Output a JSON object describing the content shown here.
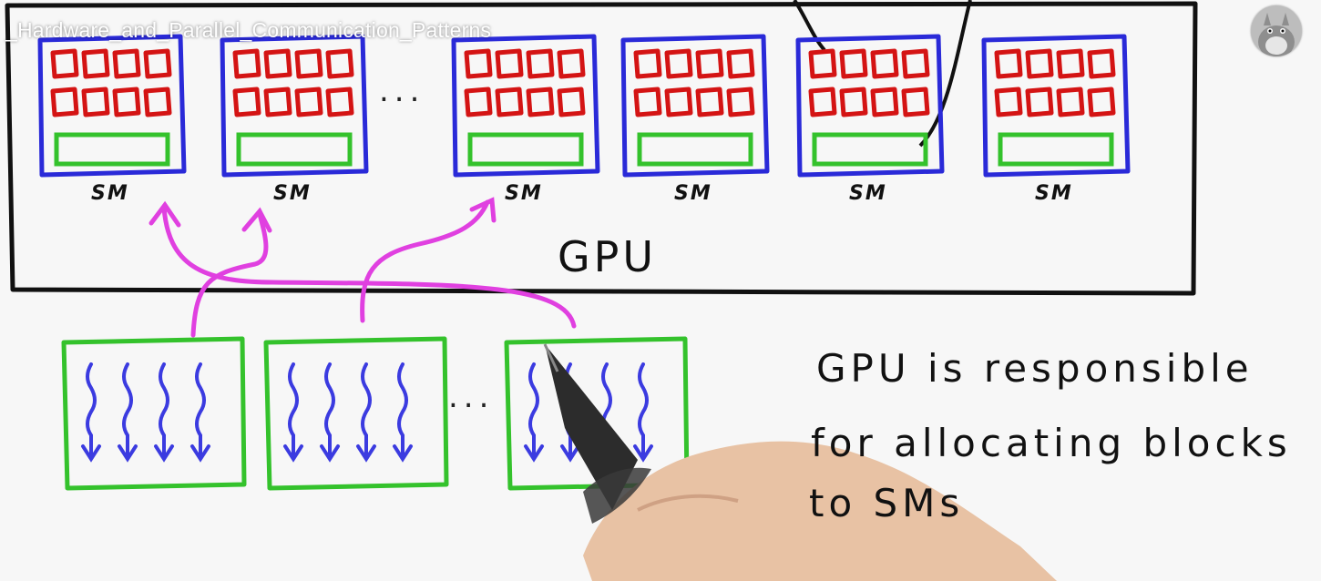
{
  "video": {
    "title": "_Hardware_and_Parallel_Communication_Patterns"
  },
  "whiteboard": {
    "sm_labels": [
      "SM",
      "SM",
      "SM",
      "SM",
      "SM",
      "SM"
    ],
    "gpu_label": "GPU",
    "top_ellipsis": "...",
    "block_ellipsis": "...",
    "note_lines": [
      "GPU is responsible",
      "for allocating blocks",
      "to SMs"
    ]
  },
  "colors": {
    "sm_outline": "#2a2ad8",
    "core": "#d41414",
    "shared_memory": "#34c22c",
    "arrow": "#e040e0",
    "ink": "#111111",
    "thread": "#3b3be0"
  },
  "icons": {
    "avatar": "channel-avatar-icon",
    "hand": "hand-with-pen-icon"
  }
}
